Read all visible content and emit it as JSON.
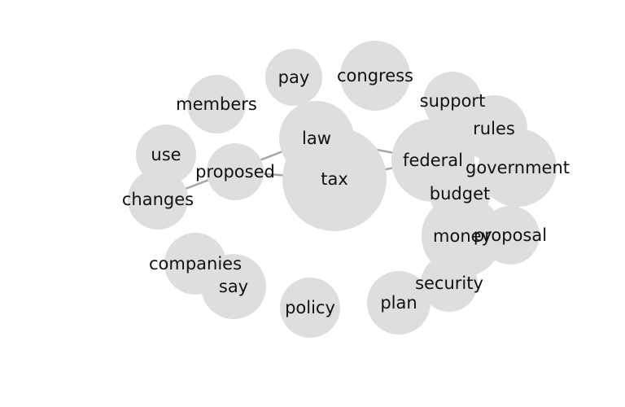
{
  "diagram": {
    "nodes": [
      {
        "id": "tax",
        "label": "tax"
      },
      {
        "id": "law",
        "label": "law"
      },
      {
        "id": "federal",
        "label": "federal"
      },
      {
        "id": "government",
        "label": "government"
      },
      {
        "id": "money",
        "label": "money"
      },
      {
        "id": "congress",
        "label": "congress"
      },
      {
        "id": "plan",
        "label": "plan"
      },
      {
        "id": "say",
        "label": "say"
      },
      {
        "id": "members",
        "label": "members"
      },
      {
        "id": "use",
        "label": "use"
      },
      {
        "id": "changes",
        "label": "changes"
      },
      {
        "id": "proposed",
        "label": "proposed"
      },
      {
        "id": "pay",
        "label": "pay"
      },
      {
        "id": "companies",
        "label": "companies"
      },
      {
        "id": "policy",
        "label": "policy"
      },
      {
        "id": "support",
        "label": "support"
      },
      {
        "id": "rules",
        "label": "rules"
      },
      {
        "id": "budget",
        "label": "budget"
      },
      {
        "id": "proposal",
        "label": "proposal"
      },
      {
        "id": "security",
        "label": "security"
      }
    ],
    "edges": [
      [
        "law",
        "federal"
      ],
      [
        "law",
        "changes"
      ],
      [
        "proposed",
        "tax"
      ],
      [
        "tax",
        "federal"
      ],
      [
        "federal",
        "support"
      ],
      [
        "federal",
        "rules"
      ],
      [
        "federal",
        "budget"
      ],
      [
        "federal",
        "money"
      ],
      [
        "federal",
        "security"
      ],
      [
        "companies",
        "say"
      ],
      [
        "security",
        "plan"
      ]
    ]
  }
}
